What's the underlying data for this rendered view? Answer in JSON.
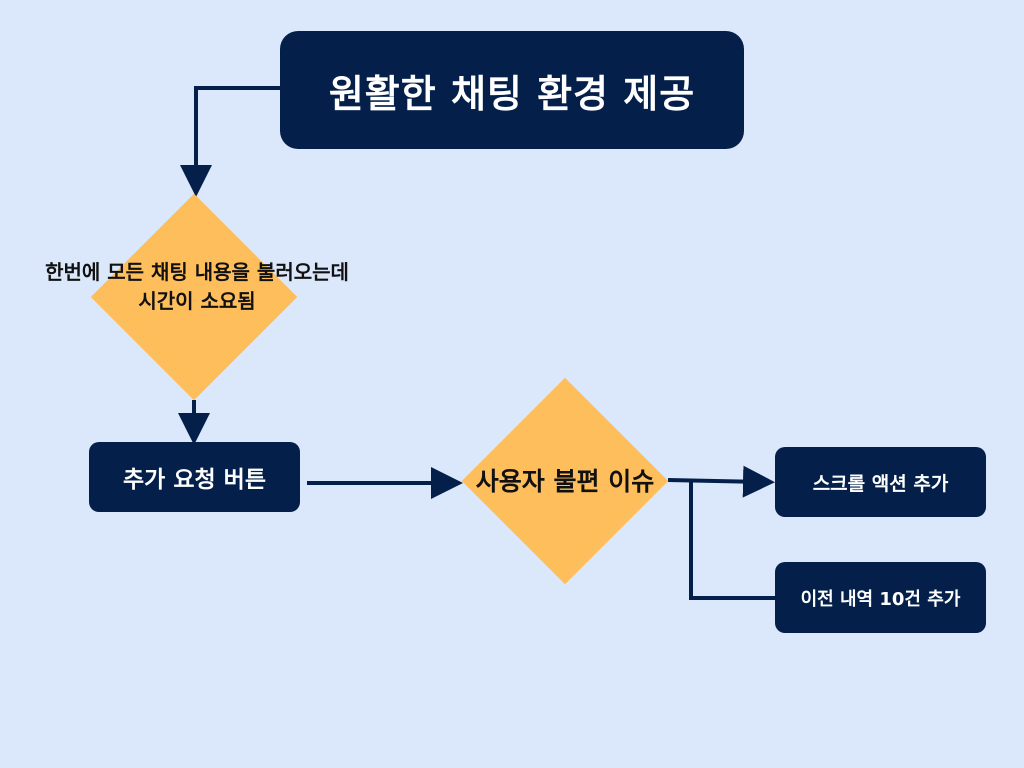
{
  "nodes": {
    "title": "원활한 채팅 환경 제공",
    "decision_1": {
      "line_1": "한번에 모든 채팅 내용을 불러오는데",
      "line_2": "시간이 소요됨"
    },
    "request_button": "추가 요청 버튼",
    "decision_2": "사용자 불편 이슈",
    "scroll_action": "스크롤 액션 추가",
    "previous_history": "이전 내역 10건 추가"
  },
  "colors": {
    "background": "#dbe8fb",
    "box": "#04204a",
    "diamond": "#ffbe5c",
    "connector": "#04204a"
  }
}
